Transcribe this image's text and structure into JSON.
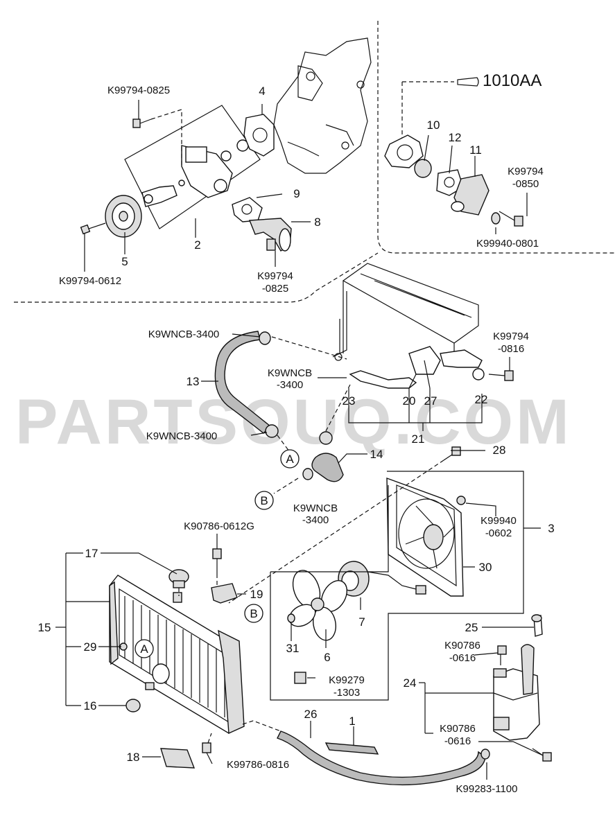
{
  "watermark": "PARTSOUQ.COM",
  "reference": {
    "label": "1010AA"
  },
  "callouts": {
    "c1": "1",
    "c2": "2",
    "c3": "3",
    "c4": "4",
    "c5": "5",
    "c6": "6",
    "c7": "7",
    "c8": "8",
    "c9": "9",
    "c10": "10",
    "c11": "11",
    "c12": "12",
    "c13": "13",
    "c14": "14",
    "c15": "15",
    "c16": "16",
    "c17": "17",
    "c18": "18",
    "c19": "19",
    "c20": "20",
    "c21": "21",
    "c22": "22",
    "c23": "23",
    "c24": "24",
    "c25": "25",
    "c26": "26",
    "c27": "27",
    "c28": "28",
    "c29": "29",
    "c30": "30",
    "c31": "31"
  },
  "part_codes": {
    "k99794_0825_top": "K99794-0825",
    "k99794_0612": "K99794-0612",
    "k99794_0825_b_l1": "K99794",
    "k99794_0825_b_l2": "-0825",
    "k99794_0850_l1": "K99794",
    "k99794_0850_l2": "-0850",
    "k99940_0801": "K99940-0801",
    "k9wncb_3400_a": "K9WNCB-3400",
    "k9wncb_3400_b_l1": "K9WNCB",
    "k9wncb_3400_b_l2": "-3400",
    "k99794_0816_l1": "K99794",
    "k99794_0816_l2": "-0816",
    "k9wncb_3400_c": "K9WNCB-3400",
    "k9wncb_3400_d_l1": "K9WNCB",
    "k9wncb_3400_d_l2": "-3400",
    "k99940_0602_l1": "K99940",
    "k99940_0602_l2": "-0602",
    "k90786_0612g": "K90786-0612G",
    "k90786_0616_a_l1": "K90786",
    "k90786_0616_a_l2": "-0616",
    "k99279_1303_l1": "K99279",
    "k99279_1303_l2": "-1303",
    "k90786_0616_b_l1": "K90786",
    "k90786_0616_b_l2": "-0616",
    "k99786_0816": "K99786-0816",
    "k99283_1100": "K99283-1100"
  },
  "connection_markers": {
    "a_top": "A",
    "b_top": "B",
    "a_radiator": "A",
    "b_radiator": "B"
  }
}
